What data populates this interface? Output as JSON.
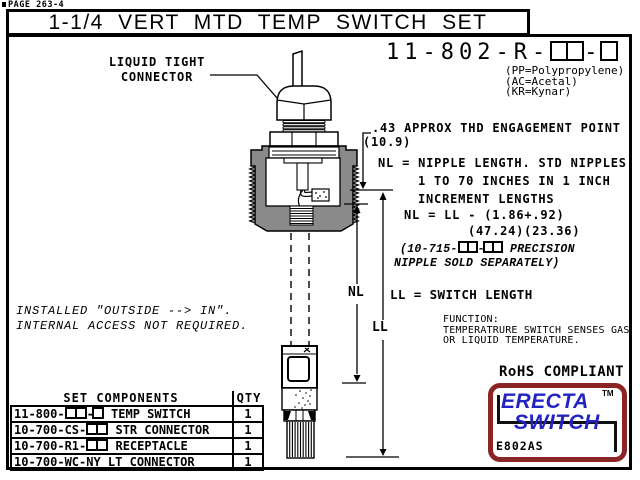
{
  "page": {
    "page_label": "PAGE 263-4",
    "title": "1-1/4 VERT MTD TEMP SWITCH SET"
  },
  "part_number": {
    "value": "11-802-R-□□-□",
    "materials": [
      "(PP=Polypropylene)",
      "(AC=Acetal)",
      "(KR=Kynar)"
    ]
  },
  "drawing": {
    "connector_label_line1": "LIQUID TIGHT",
    "connector_label_line2": "CONNECTOR",
    "dim_nl": "NL",
    "dim_ll": "LL"
  },
  "annotations": {
    "thd_engagement_line1": ".43 APPROX THD ENGAGEMENT POINT",
    "thd_engagement_line2": "(10.9)",
    "nipple_note_line1": "NL = NIPPLE LENGTH. STD NIPPLES",
    "nipple_note_line2": "1 TO 70 INCHES IN 1 INCH",
    "nipple_note_line3": "INCREMENT LENGTHS",
    "formula_line1": "NL = LL - (1.86+.92)",
    "formula_line2": "(47.24)(23.36)",
    "precision_line1": "(10-715-□□-□□ PRECISION",
    "precision_line2": "NIPPLE SOLD SEPARATELY)",
    "ll_note": "LL = SWITCH LENGTH",
    "function_line1": "FUNCTION:",
    "function_line2": "TEMPERATRURE SWITCH SENSES GAS",
    "function_line3": "OR LIQUID TEMPERATURE.",
    "install_line1": "INSTALLED \"OUTSIDE --> IN\".",
    "install_line2": "INTERNAL ACCESS NOT REQUIRED.",
    "rohs": "RoHS COMPLIANT"
  },
  "components_table": {
    "header_components": "SET COMPONENTS",
    "header_qty": "QTY",
    "rows": [
      {
        "part": "11-800-□□-□ TEMP SWITCH",
        "qty": "1"
      },
      {
        "part": "10-700-CS-□□ STR CONNECTOR",
        "qty": "1"
      },
      {
        "part": "10-700-R1-□□ RECEPTACLE",
        "qty": "1"
      },
      {
        "part": "10-700-WC-NY LT CONNECTOR",
        "qty": "1"
      }
    ]
  },
  "logo": {
    "brand_line1": "ERECTA",
    "brand_line2": "SWITCH",
    "tm": "TM",
    "code": "E802AS",
    "border_color": "#8b2424",
    "text_color": "#2323c3"
  }
}
